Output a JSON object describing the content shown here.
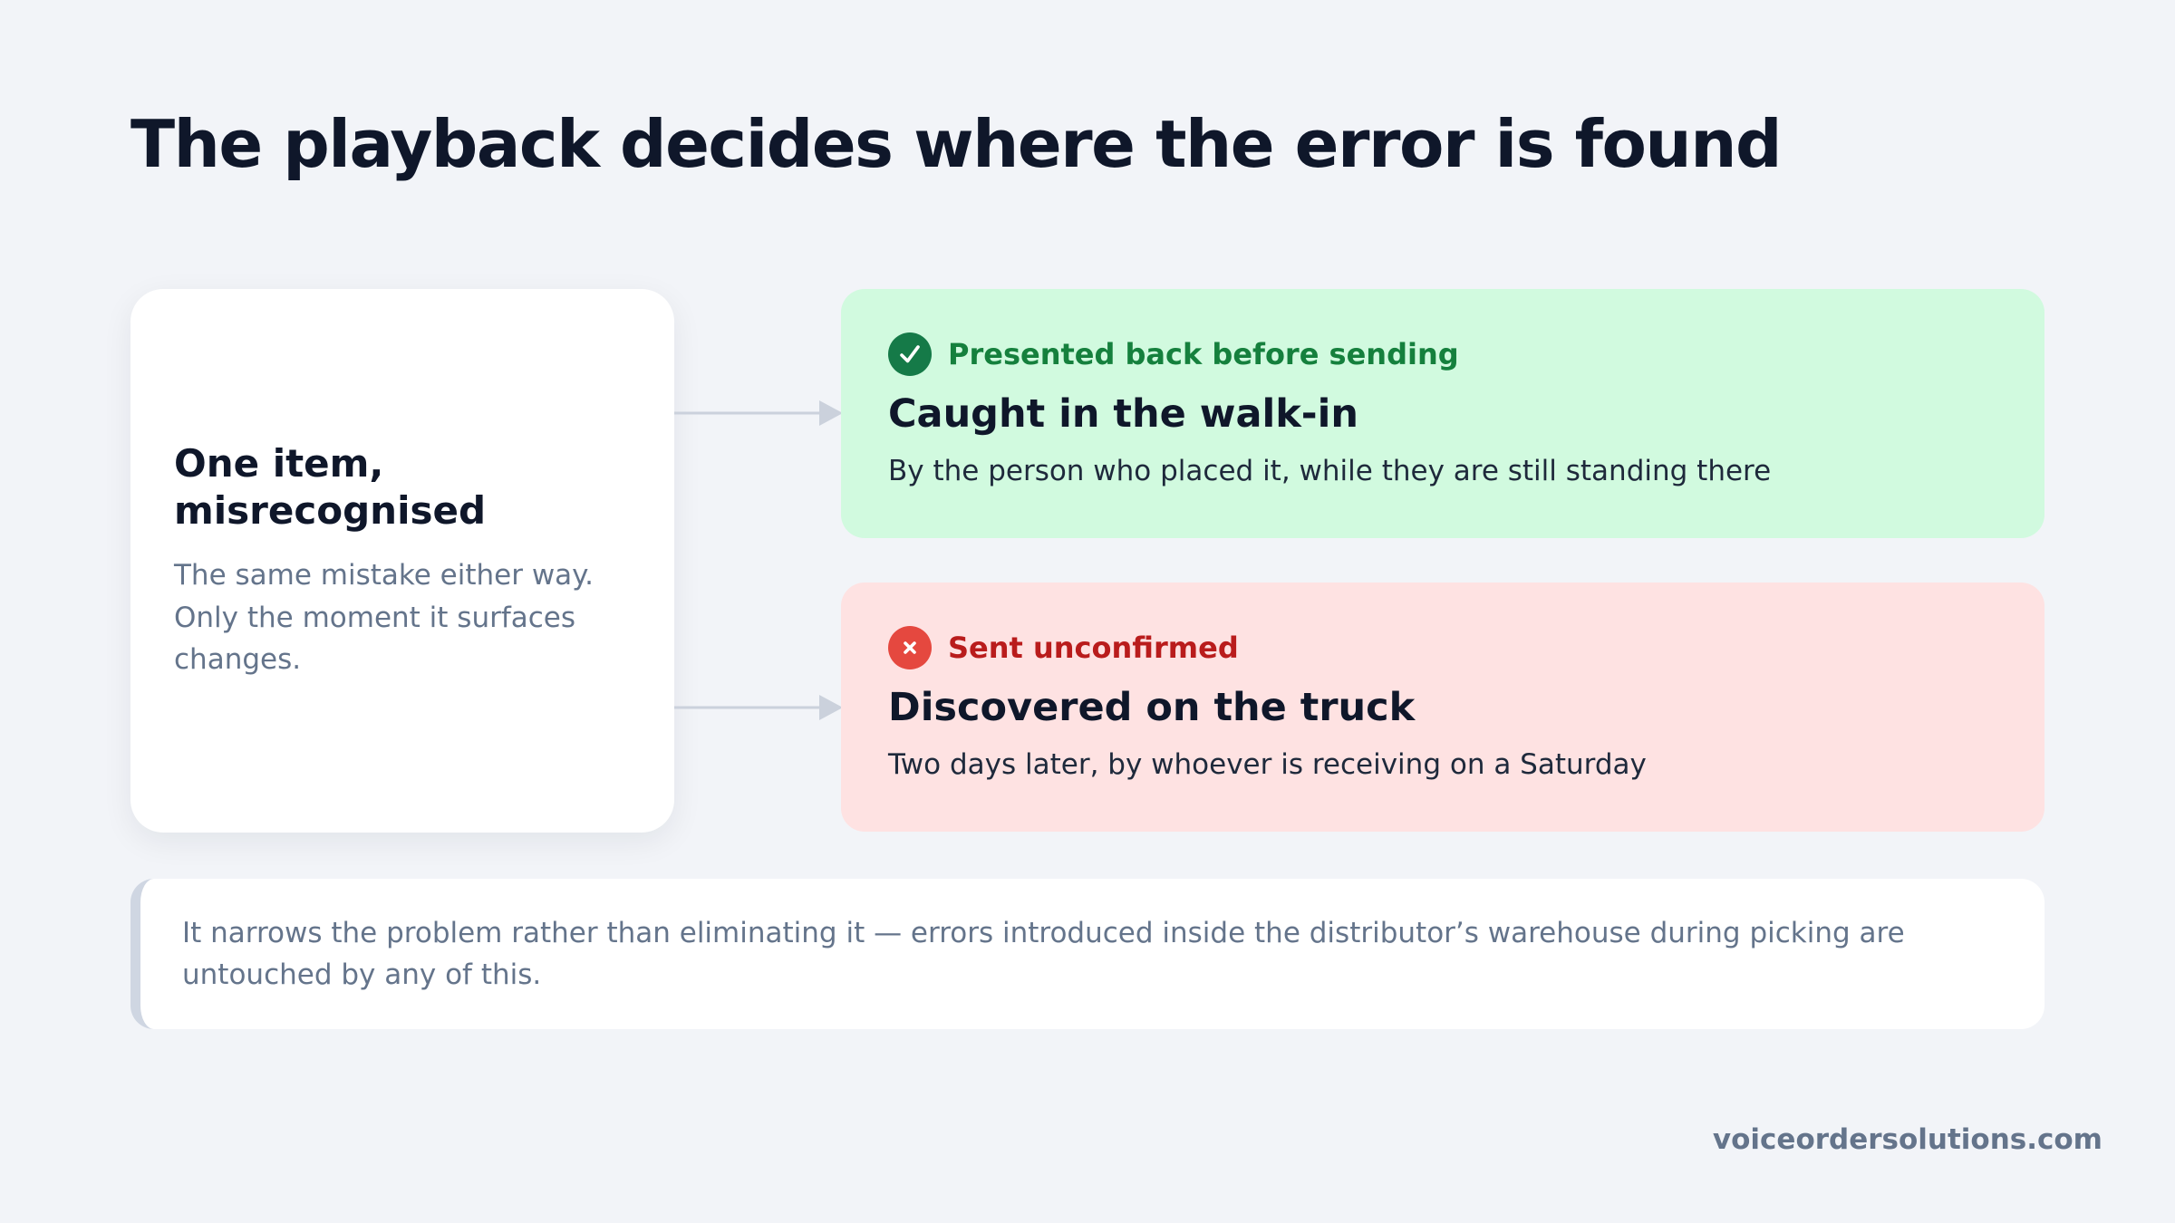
{
  "title": "The playback decides where the error is found",
  "source": {
    "title": "One item, misrecognised",
    "description": "The same mistake either way. Only the moment it surfaces changes."
  },
  "outcomes": [
    {
      "status": "success",
      "icon": "check-icon",
      "color": "#157a48",
      "tag": "Presented back before sending",
      "title": "Caught in the walk-in",
      "description": "By the person who placed it, while they are still standing there"
    },
    {
      "status": "failure",
      "icon": "x-icon",
      "color": "#e5483f",
      "tag": "Sent unconfirmed",
      "title": "Discovered on the truck",
      "description": "Two days later, by whoever is receiving on a Saturday"
    }
  ],
  "note": "It narrows the problem rather than eliminating it — errors introduced inside the distributor’s warehouse during picking are untouched by any of this.",
  "footer": "voiceordersolutions.com"
}
